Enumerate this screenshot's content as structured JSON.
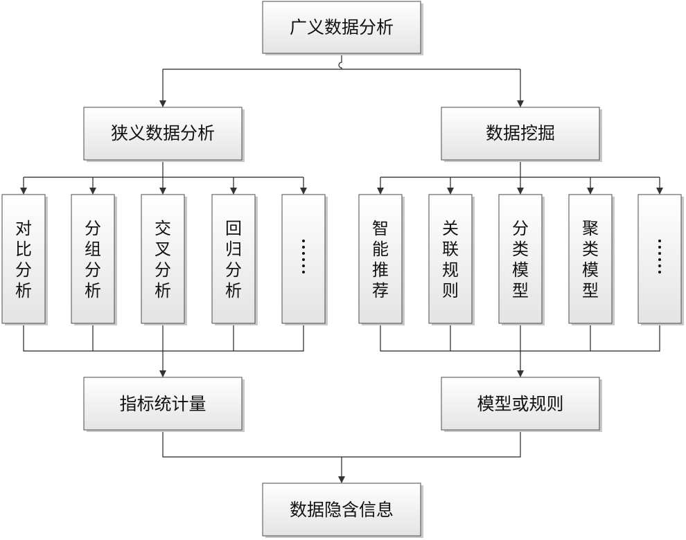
{
  "nodes": {
    "top": "广义数据分析",
    "narrow": "狭义数据分析",
    "mining": "数据挖掘",
    "narrow_children": [
      "对比分析",
      "分组分析",
      "交叉分析",
      "回归分析",
      "……"
    ],
    "mining_children": [
      "智能推荐",
      "关联规则",
      "分类模型",
      "聚类模型",
      "……"
    ],
    "indicator": "指标统计量",
    "model": "模型或规则",
    "bottom": "数据隐含信息"
  },
  "colors": {
    "box_fill_top": "#ffffff",
    "box_fill_bottom": "#e6e6e6",
    "border": "#4a4a4a",
    "line": "#222222"
  }
}
